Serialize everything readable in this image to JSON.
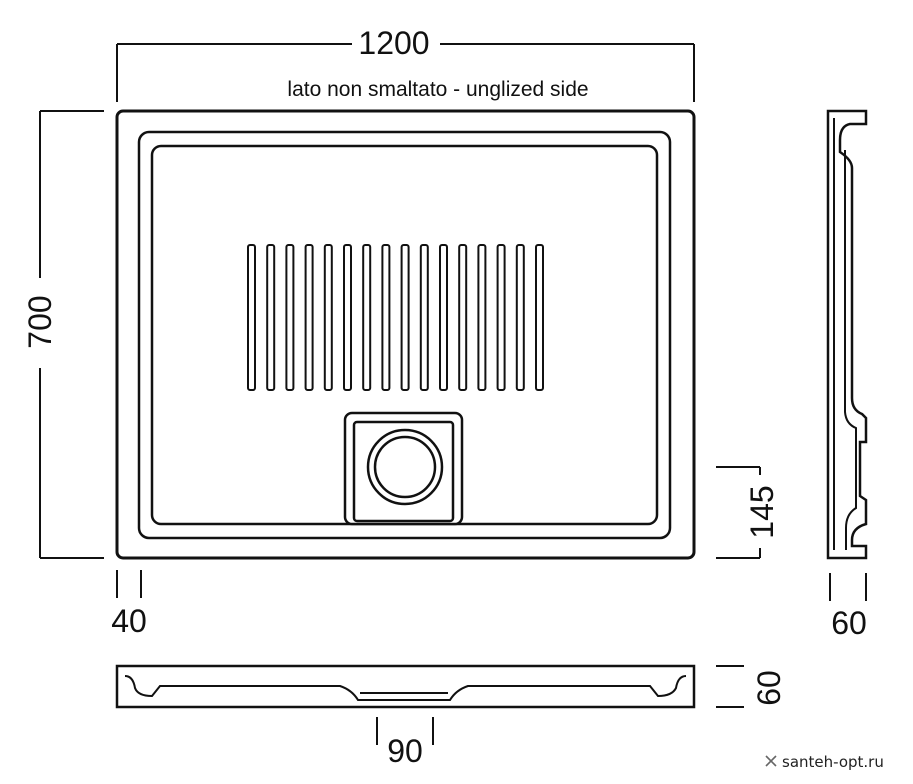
{
  "dimensions": {
    "width": "1200",
    "height": "700",
    "rim": "40",
    "drain_offset": "145",
    "side_depth": "60",
    "front_depth": "60",
    "drain_width": "90"
  },
  "note": "lato non smaltato - unglized side",
  "watermark": {
    "text": "santeh-opt.ru",
    "icon": "cross-icon"
  },
  "drawing": {
    "slot_count": 16
  },
  "colors": {
    "line": "#111111",
    "background": "#ffffff"
  }
}
